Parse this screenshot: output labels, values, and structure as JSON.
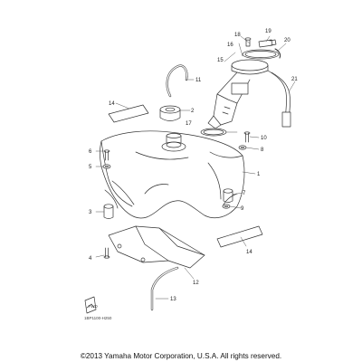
{
  "diagram": {
    "callouts": {
      "p1": "1",
      "p2": "2",
      "p3": "3",
      "p4": "4",
      "p5": "5",
      "p6": "6",
      "p7": "7",
      "p8": "8",
      "p9": "9",
      "p10": "10",
      "p11": "11",
      "p12": "12",
      "p13": "13",
      "p14a": "14",
      "p14b": "14",
      "p15": "15",
      "p16": "16",
      "p17": "17",
      "p18": "18",
      "p19": "19",
      "p20": "20",
      "p21": "21"
    },
    "fwd_label": "FWD",
    "figure_code": "1BP1100-H250"
  },
  "footer": {
    "copyright": "©2013 Yamaha Motor Corporation, U.S.A. All rights reserved."
  }
}
